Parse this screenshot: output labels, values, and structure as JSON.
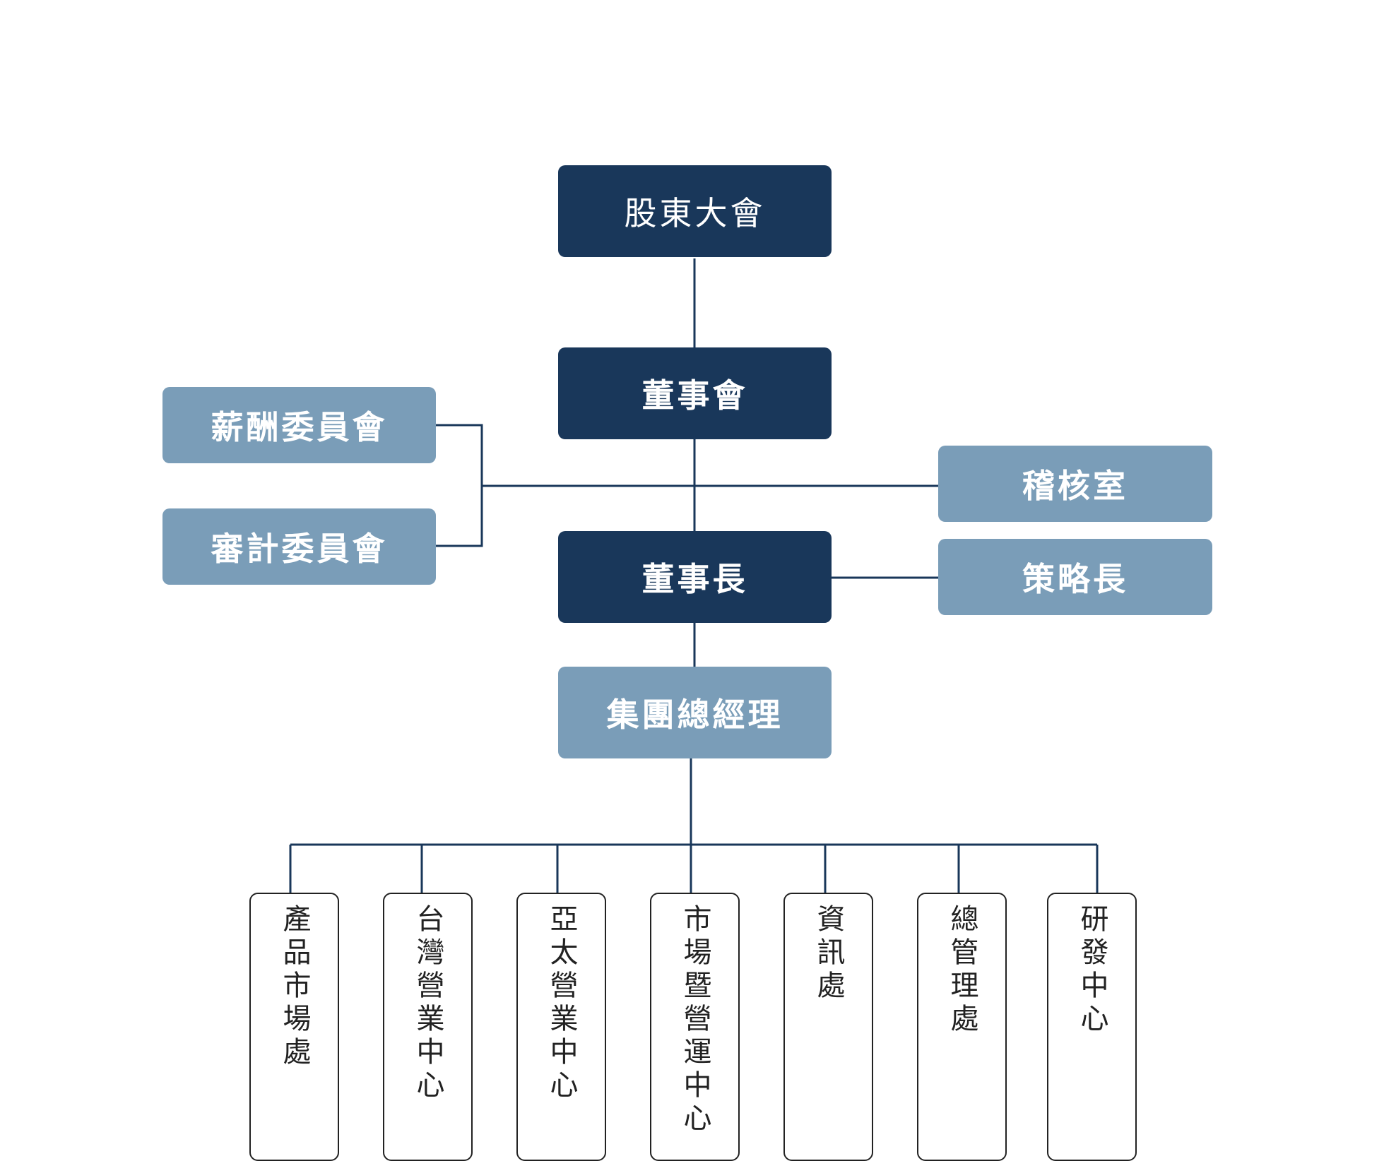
{
  "nodes": {
    "shareholders": "股東大會",
    "board": "董事會",
    "chairman": "董事長",
    "group_gm": "集團總經理",
    "compensation_committee": "薪酬委員會",
    "audit_committee": "審計委員會",
    "audit_office": "稽核室",
    "strategy_officer": "策略長"
  },
  "departments": [
    "產品市場處",
    "台灣營業中心",
    "亞太營業中心",
    "市場暨營運中心",
    "資訊處",
    "總管理處",
    "研發中心"
  ],
  "colors": {
    "dark_box": "#19375a",
    "light_box": "#7a9db8",
    "line": "#19375a",
    "dept_border": "#222222"
  }
}
